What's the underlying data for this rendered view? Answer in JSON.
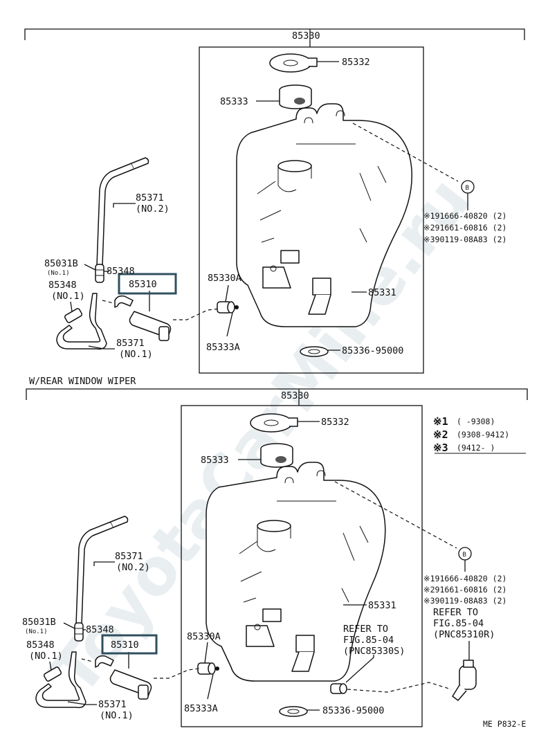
{
  "watermark": "ToyotaCarMine.ru",
  "top": {
    "assembly": "85330",
    "cap": "85332",
    "strainer": "85333",
    "tank": "85331",
    "grommet": "85330A",
    "seal": "85333A",
    "drain": "85336-95000",
    "pump": "85310",
    "hose2": "85371",
    "hose2_sub": "(NO.2)",
    "valve": "85031B",
    "valve_sub": "(No.1)",
    "joint": "85348",
    "joint1": "85348",
    "joint1_sub": "(NO.1)",
    "hose1": "85371",
    "hose1_sub": "(NO.1)",
    "bolt_ref": "B",
    "bolts": [
      "※191666-40820 (2)",
      "※291661-60816 (2)",
      "※390119-08A83 (2)"
    ]
  },
  "section_title": "W/REAR WINDOW WIPER",
  "bottom": {
    "assembly": "85330",
    "cap": "85332",
    "strainer": "85333",
    "tank": "85331",
    "grommet": "85330A",
    "seal": "85333A",
    "drain": "85336-95000",
    "pump": "85310",
    "hose2": "85371",
    "hose2_sub": "(NO.2)",
    "valve": "85031B",
    "valve_sub": "(No.1)",
    "joint": "85348",
    "joint1": "85348",
    "joint1_sub": "(NO.1)",
    "hose1": "85371",
    "hose1_sub": "(NO.1)",
    "bolt_ref": "B",
    "bolts": [
      "※191666-40820 (2)",
      "※291661-60816 (2)",
      "※390119-08A83 (2)"
    ],
    "refer1": [
      "REFER TO",
      "FIG.85-04",
      "(PNC85330S)"
    ],
    "refer2": [
      "REFER TO",
      "FIG.85-04",
      "(PNC85310R)"
    ]
  },
  "legend": [
    {
      "mark": "※1",
      "range": "(      -9308)"
    },
    {
      "mark": "※2",
      "range": "(9308-9412)"
    },
    {
      "mark": "※3",
      "range": "(9412-      )"
    }
  ],
  "figure_code": "ME P832-E"
}
